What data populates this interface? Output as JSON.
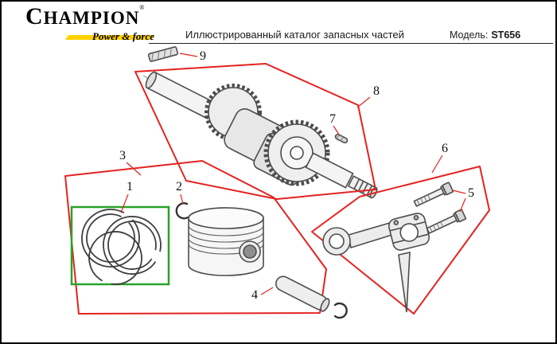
{
  "header": {
    "brand": "CHAMPION",
    "reg_mark": "®",
    "tagline": "Power & force",
    "title": "Иллюстрированный каталог запасных частей",
    "model_label": "Модель:",
    "model_value": "ST656"
  },
  "diagram": {
    "callouts": {
      "c1": "1",
      "c2": "2",
      "c3": "3",
      "c4": "4",
      "c5": "5",
      "c6": "6",
      "c7": "7",
      "c8": "8",
      "c9": "9"
    },
    "colors": {
      "group_outline_red": "#e42320",
      "highlight_green": "#29a329",
      "brand_yellow": "#ffd200",
      "line_art_gray": "#4d4d4d"
    }
  }
}
